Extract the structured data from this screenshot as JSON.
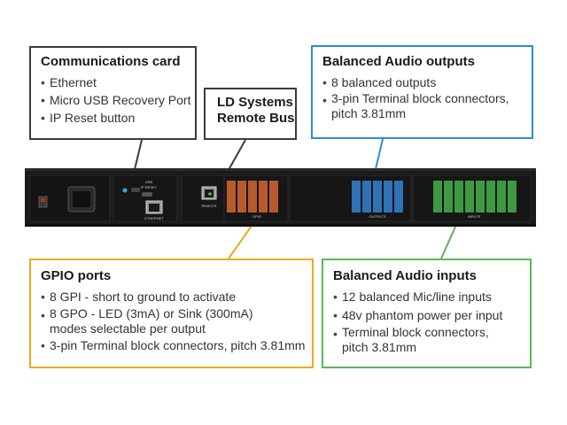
{
  "callouts": {
    "communications": {
      "title": "Communications card",
      "items": [
        "Ethernet",
        "Micro USB Recovery Port",
        "IP Reset button"
      ]
    },
    "remote_bus": {
      "title_line1": "LD Systems",
      "title_line2": "Remote Bus"
    },
    "balanced_outputs": {
      "title": "Balanced Audio outputs",
      "items": [
        "8 balanced outputs"
      ],
      "item2_line1": "3-pin Terminal block connectors,",
      "item2_line2": "pitch 3.81mm"
    },
    "gpio": {
      "title": "GPIO ports",
      "item1": "8 GPI - short to ground to activate",
      "item2_line1": "8 GPO - LED (3mA) or Sink (300mA)",
      "item2_line2": "modes selectable per output",
      "item3": "3-pin Terminal block connectors, pitch 3.81mm"
    },
    "balanced_inputs": {
      "title": "Balanced Audio inputs",
      "item1": "12 balanced Mic/line inputs",
      "item2": "48v phantom power per input",
      "item3_line1": "Terminal block connectors,",
      "item3_line2": "pitch 3.81mm"
    }
  },
  "panel_labels": {
    "usb": "USB",
    "ip_reset": "IP RESET",
    "ethernet": "ETHERNET",
    "remote": "REMOTE",
    "gpio": "GPIO",
    "outputs": "OUTPUTS",
    "inputs": "INPUTS"
  },
  "colors": {
    "outputs": "#2a8fd0",
    "gpio": "#f2a81c",
    "inputs": "#5cb857",
    "neutral": "#3c3c3c"
  }
}
